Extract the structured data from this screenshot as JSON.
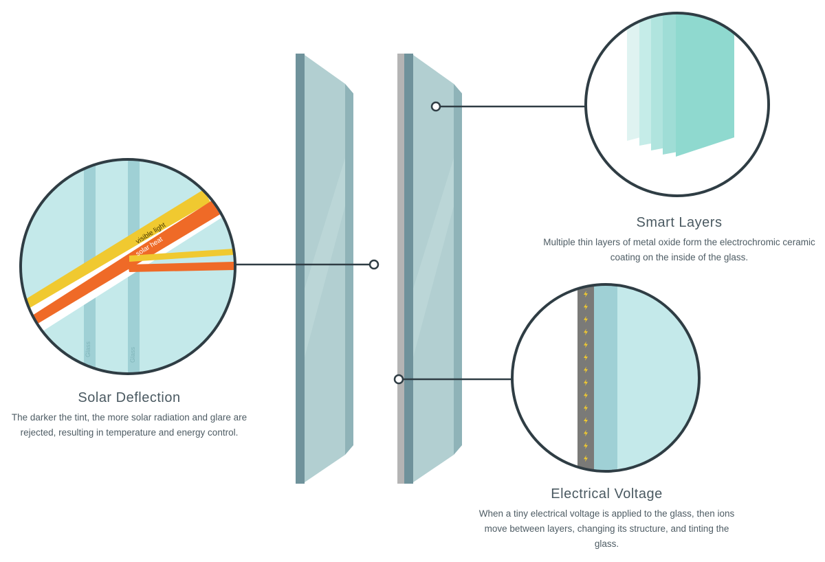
{
  "solar_deflection": {
    "title": "Solar Deflection",
    "text": "The darker the tint, the more solar radiation and glare are rejected, resulting in temperature and energy control.",
    "ray_labels": {
      "visible": "visible light",
      "heat": "solar heat"
    },
    "layer_labels": [
      "Glass",
      "Glass"
    ]
  },
  "smart_layers": {
    "title": "Smart Layers",
    "text": "Multiple thin layers of metal oxide form the electrochromic ceramic coating on the inside of the glass."
  },
  "electrical_voltage": {
    "title": "Electrical Voltage",
    "text": "When a tiny electrical voltage is applied to the glass, then ions move between layers, changing its structure, and tinting the glass.",
    "bolt_count": 15
  },
  "colors": {
    "outline": "#2f3d44",
    "glass_light": "#bcd9da",
    "glass_face": "#9fcacc",
    "glass_edge": "#6f929b",
    "coating": "#b4b4b4",
    "cyan_bg": "#c4e9ea",
    "cyan_band": "#9fd0d5",
    "visible_light": "#f0c930",
    "solar_heat": "#ef6a27",
    "smart_layer": "#8fd9cf",
    "bolt": "#f0c930",
    "conductor": "#7a7a78"
  }
}
